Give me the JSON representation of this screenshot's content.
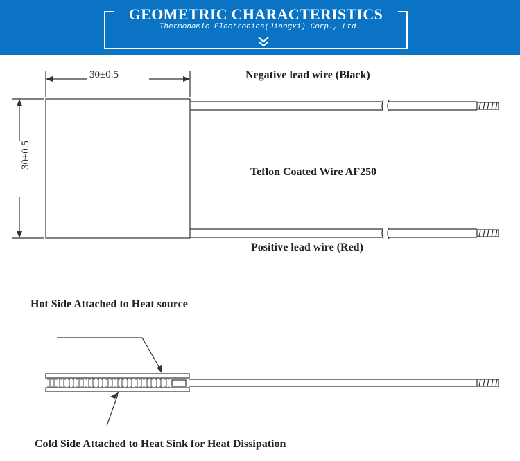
{
  "banner": {
    "title": "GEOMETRIC CHARACTERISTICS",
    "subtitle": "Thermonamic Electronics(Jiangxi) Corp., Ltd.",
    "icon": "double-chevron-down-icon",
    "background_color": "#0a73c4"
  },
  "diagram": {
    "width_dimension": "30±0.5",
    "height_dimension": "30±0.5",
    "negative_wire_label": "Negative lead wire (Black)",
    "wire_type_label": "Teflon Coated Wire AF250",
    "positive_wire_label": "Positive lead wire (Red)",
    "hot_side_label": "Hot Side Attached to Heat source",
    "cold_side_label": "Cold Side Attached to Heat Sink for Heat Dissipation"
  }
}
